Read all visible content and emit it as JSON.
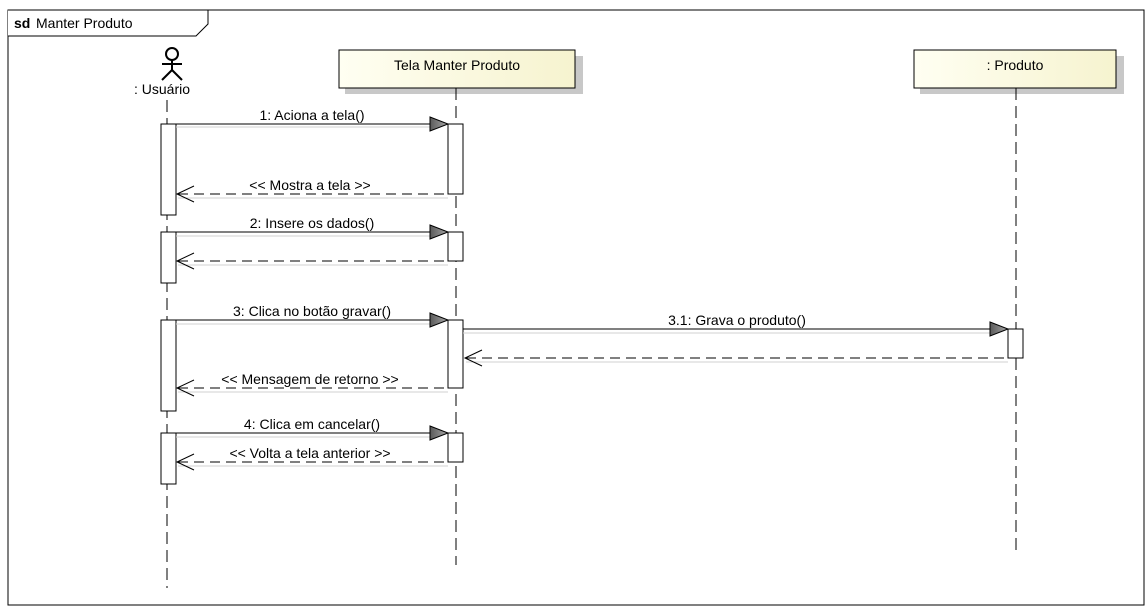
{
  "frame": {
    "keyword": "sd",
    "name": "Manter Produto"
  },
  "lifelines": {
    "usuario": {
      "label": ": Usuário",
      "kind": "actor"
    },
    "tela": {
      "label": "Tela Manter Produto",
      "kind": "object"
    },
    "produto": {
      "label": ": Produto",
      "kind": "object"
    }
  },
  "messages": {
    "m1": {
      "text": "1: Aciona a tela()",
      "from": ": Usuário",
      "to": "Tela Manter Produto",
      "type": "call"
    },
    "r1": {
      "text": "<< Mostra a tela >>",
      "from": "Tela Manter Produto",
      "to": ": Usuário",
      "type": "return"
    },
    "m2": {
      "text": "2: Insere os dados()",
      "from": ": Usuário",
      "to": "Tela Manter Produto",
      "type": "call"
    },
    "r2": {
      "text": "",
      "from": "Tela Manter Produto",
      "to": ": Usuário",
      "type": "return"
    },
    "m3": {
      "text": "3: Clica no botão gravar()",
      "from": ": Usuário",
      "to": "Tela Manter Produto",
      "type": "call"
    },
    "m31": {
      "text": "3.1: Grava o produto()",
      "from": "Tela Manter Produto",
      "to": ": Produto",
      "type": "call"
    },
    "r31": {
      "text": "",
      "from": ": Produto",
      "to": "Tela Manter Produto",
      "type": "return"
    },
    "r3": {
      "text": "<< Mensagem de retorno >>",
      "from": "Tela Manter Produto",
      "to": ": Usuário",
      "type": "return"
    },
    "m4": {
      "text": "4: Clica em cancelar()",
      "from": ": Usuário",
      "to": "Tela Manter Produto",
      "type": "call"
    },
    "r4": {
      "text": "<< Volta a tela anterior >>",
      "from": "Tela Manter Produto",
      "to": ": Usuário",
      "type": "return"
    }
  },
  "colors": {
    "line": "#000000",
    "object_fill": "#fdfce6",
    "shadow": "#c8c8c8",
    "arrowhead": "#7a7a7a"
  }
}
